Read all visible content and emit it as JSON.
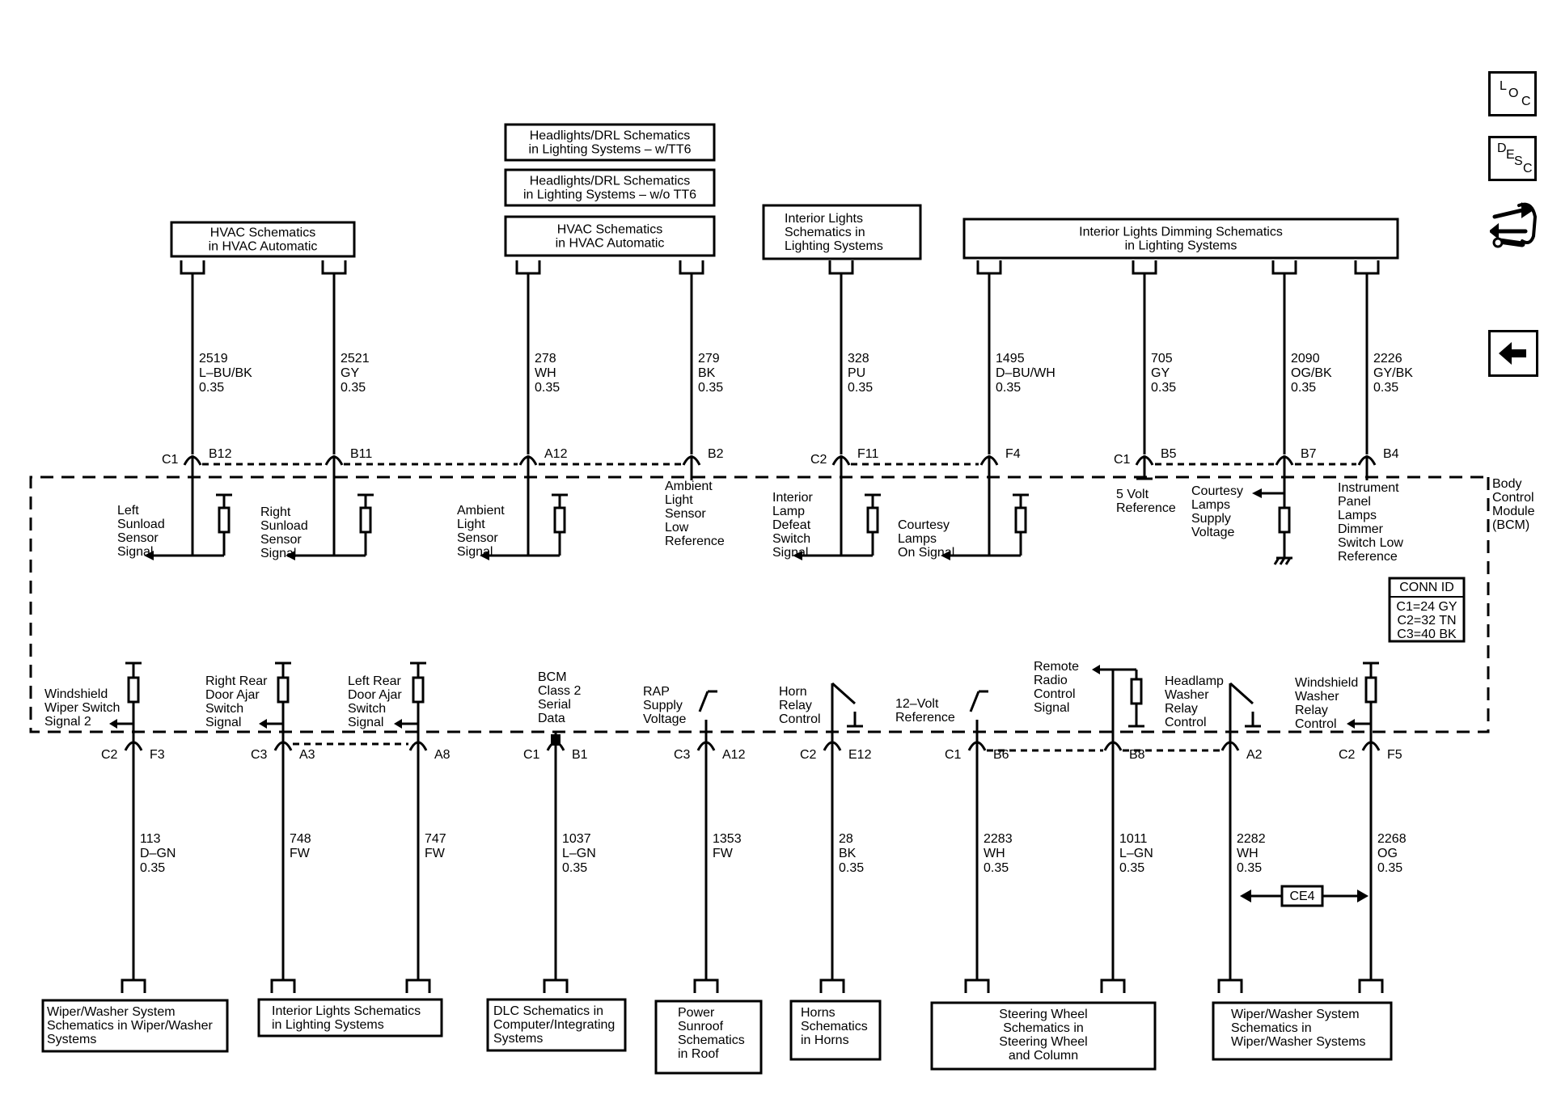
{
  "top_boxes": [
    {
      "lines": [
        "HVAC Schematics",
        "in HVAC Automatic"
      ]
    },
    {
      "lines": [
        "Headlights/DRL Schematics",
        "in Lighting Systems – w/TT6"
      ]
    },
    {
      "lines": [
        "Headlights/DRL Schematics",
        "in Lighting Systems – w/o TT6"
      ]
    },
    {
      "lines": [
        "HVAC Schematics",
        "in HVAC Automatic"
      ]
    },
    {
      "lines": [
        "Interior Lights",
        "Schematics in",
        "Lighting Systems"
      ]
    },
    {
      "lines": [
        "Interior Lights Dimming Schematics",
        "in Lighting Systems"
      ]
    }
  ],
  "top_circuits": [
    {
      "conn": "C1",
      "pin": "B12",
      "circuit": "2519",
      "color": "L–BU/BK",
      "gauge": "0.35",
      "signal": [
        "Left",
        "Sunload",
        "Sensor",
        "Signal"
      ]
    },
    {
      "conn": "",
      "pin": "B11",
      "circuit": "2521",
      "color": "GY",
      "gauge": "0.35",
      "signal": [
        "Right",
        "Sunload",
        "Sensor",
        "Signal"
      ]
    },
    {
      "conn": "",
      "pin": "A12",
      "circuit": "278",
      "color": "WH",
      "gauge": "0.35",
      "signal": [
        "Ambient",
        "Light",
        "Sensor",
        "Signal"
      ]
    },
    {
      "conn": "",
      "pin": "B2",
      "circuit": "279",
      "color": "BK",
      "gauge": "0.35",
      "signal": [
        "Ambient",
        "Light",
        "Sensor",
        "Low",
        "Reference"
      ]
    },
    {
      "conn": "C2",
      "pin": "F11",
      "circuit": "328",
      "color": "PU",
      "gauge": "0.35",
      "signal": [
        "Interior",
        "Lamp",
        "Defeat",
        "Switch",
        "Signal"
      ]
    },
    {
      "conn": "",
      "pin": "F4",
      "circuit": "1495",
      "color": "D–BU/WH",
      "gauge": "0.35",
      "signal": [
        "Courtesy",
        "Lamps",
        "On Signal"
      ]
    },
    {
      "conn": "C1",
      "pin": "B5",
      "circuit": "705",
      "color": "GY",
      "gauge": "0.35",
      "signal": [
        "5 Volt",
        "Reference"
      ]
    },
    {
      "conn": "",
      "pin": "B7",
      "circuit": "2090",
      "color": "OG/BK",
      "gauge": "0.35",
      "signal": [
        "Courtesy",
        "Lamps",
        "Supply",
        "Voltage"
      ]
    },
    {
      "conn": "",
      "pin": "B4",
      "circuit": "2226",
      "color": "GY/BK",
      "gauge": "0.35",
      "signal": [
        "Instrument",
        "Panel",
        "Lamps",
        "Dimmer",
        "Switch Low",
        "Reference"
      ]
    }
  ],
  "bottom_circuits": [
    {
      "conn": "C2",
      "pin": "F3",
      "circuit": "113",
      "color": "D–GN",
      "gauge": "0.35",
      "signal": [
        "Windshield",
        "Wiper Switch",
        "Signal 2"
      ]
    },
    {
      "conn": "C3",
      "pin": "A3",
      "circuit": "748",
      "color": "FW",
      "gauge": "",
      "signal": [
        "Right Rear",
        "Door Ajar",
        "Switch",
        "Signal"
      ]
    },
    {
      "conn": "",
      "pin": "A8",
      "circuit": "747",
      "color": "FW",
      "gauge": "",
      "signal": [
        "Left Rear",
        "Door Ajar",
        "Switch",
        "Signal"
      ]
    },
    {
      "conn": "C1",
      "pin": "B1",
      "circuit": "1037",
      "color": "L–GN",
      "gauge": "0.35",
      "signal": [
        "BCM",
        "Class 2",
        "Serial",
        "Data"
      ]
    },
    {
      "conn": "C3",
      "pin": "A12",
      "circuit": "1353",
      "color": "FW",
      "gauge": "",
      "signal": [
        "RAP",
        "Supply",
        "Voltage"
      ]
    },
    {
      "conn": "C2",
      "pin": "E12",
      "circuit": "28",
      "color": "BK",
      "gauge": "0.35",
      "signal": [
        "Horn",
        "Relay",
        "Control"
      ]
    },
    {
      "conn": "C1",
      "pin": "B6",
      "circuit": "2283",
      "color": "WH",
      "gauge": "0.35",
      "signal": [
        "12–Volt",
        "Reference"
      ]
    },
    {
      "conn": "",
      "pin": "B8",
      "circuit": "1011",
      "color": "L–GN",
      "gauge": "0.35",
      "signal": [
        "Remote",
        "Radio",
        "Control",
        "Signal"
      ]
    },
    {
      "conn": "",
      "pin": "A2",
      "circuit": "2282",
      "color": "WH",
      "gauge": "0.35",
      "signal": [
        "Headlamp",
        "Washer",
        "Relay",
        "Control"
      ]
    },
    {
      "conn": "C2",
      "pin": "F5",
      "circuit": "2268",
      "color": "OG",
      "gauge": "0.35",
      "signal": [
        "Windshield",
        "Washer",
        "Relay",
        "Control"
      ]
    }
  ],
  "bottom_boxes": [
    {
      "lines": [
        "Wiper/Washer System",
        "Schematics in Wiper/Washer",
        "Systems"
      ]
    },
    {
      "lines": [
        "Interior Lights Schematics",
        "in Lighting Systems"
      ]
    },
    {
      "lines": [
        "DLC Schematics in",
        "Computer/Integrating",
        "Systems"
      ]
    },
    {
      "lines": [
        "Power",
        "Sunroof",
        "Schematics",
        "in Roof"
      ]
    },
    {
      "lines": [
        "Horns",
        "Schematics",
        "in Horns"
      ]
    },
    {
      "lines": [
        "Steering Wheel",
        "Schematics in",
        "Steering Wheel",
        "and Column"
      ]
    },
    {
      "lines": [
        "Wiper/Washer System",
        "Schematics in",
        "Wiper/Washer Systems"
      ]
    }
  ],
  "module": {
    "lines": [
      "Body",
      "Control",
      "Module",
      "(BCM)"
    ]
  },
  "conn_id": {
    "title": "CONN ID",
    "lines": [
      "C1=24 GY",
      "C2=32 TN",
      "C3=40 BK"
    ]
  },
  "ce4_label": "CE4",
  "side_buttons": {
    "loc": {
      "letters": [
        "L",
        "O",
        "C"
      ],
      "icon": "loc-icon"
    },
    "desc": {
      "letters": [
        "D",
        "E",
        "S",
        "C"
      ],
      "icon": "desc-icon"
    },
    "connector": {
      "icon": "connector-tool-icon"
    },
    "back": {
      "icon": "back-arrow-icon"
    }
  }
}
